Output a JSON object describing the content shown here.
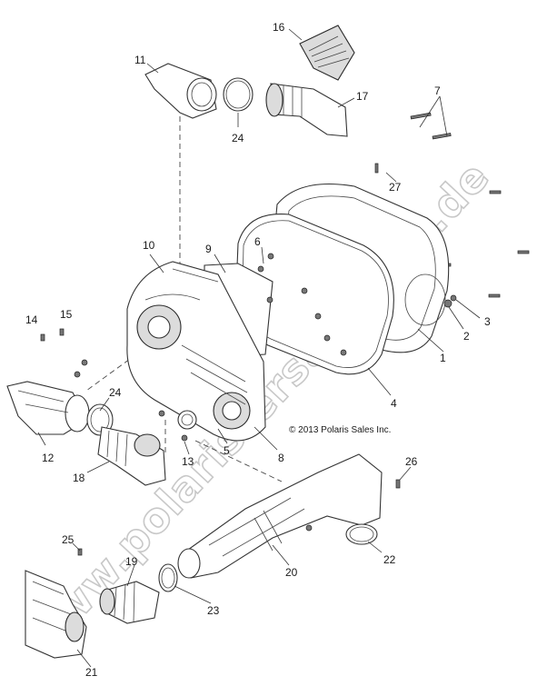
{
  "diagram": {
    "copyright": "© 2013 Polaris Sales Inc.",
    "watermark": "www.polaris-ersatzteile.de",
    "callouts": [
      {
        "id": "1",
        "label": "1"
      },
      {
        "id": "2",
        "label": "2"
      },
      {
        "id": "3",
        "label": "3"
      },
      {
        "id": "4",
        "label": "4"
      },
      {
        "id": "5",
        "label": "5"
      },
      {
        "id": "6",
        "label": "6"
      },
      {
        "id": "7",
        "label": "7"
      },
      {
        "id": "8",
        "label": "8"
      },
      {
        "id": "9",
        "label": "9"
      },
      {
        "id": "10",
        "label": "10"
      },
      {
        "id": "11",
        "label": "11"
      },
      {
        "id": "12",
        "label": "12"
      },
      {
        "id": "13",
        "label": "13"
      },
      {
        "id": "14",
        "label": "14"
      },
      {
        "id": "15",
        "label": "15"
      },
      {
        "id": "16",
        "label": "16"
      },
      {
        "id": "17",
        "label": "17"
      },
      {
        "id": "18",
        "label": "18"
      },
      {
        "id": "19",
        "label": "19"
      },
      {
        "id": "20",
        "label": "20"
      },
      {
        "id": "21",
        "label": "21"
      },
      {
        "id": "22",
        "label": "22"
      },
      {
        "id": "23",
        "label": "23"
      },
      {
        "id": "24a",
        "label": "24"
      },
      {
        "id": "24b",
        "label": "24"
      },
      {
        "id": "25",
        "label": "25"
      },
      {
        "id": "26",
        "label": "26"
      },
      {
        "id": "27",
        "label": "27"
      }
    ]
  }
}
